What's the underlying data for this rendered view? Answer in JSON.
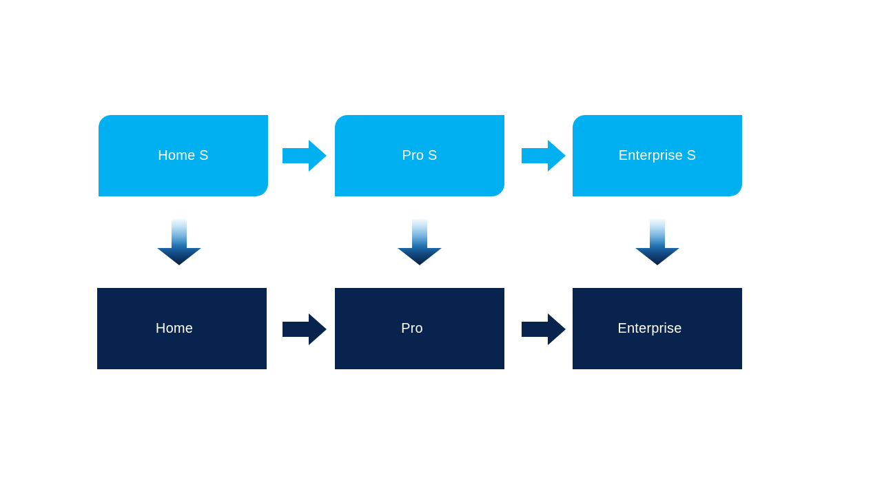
{
  "diagram": {
    "type": "flow",
    "description": "Two-tier product edition flow diagram",
    "columns": [
      {
        "top_label": "Home S",
        "bottom_label": "Home"
      },
      {
        "top_label": "Pro S",
        "bottom_label": "Pro"
      },
      {
        "top_label": "Enterprise S",
        "bottom_label": "Enterprise"
      }
    ],
    "connectors": {
      "horizontal_top": "right-arrow",
      "horizontal_bottom": "right-arrow",
      "vertical": "down-arrow"
    },
    "colors": {
      "top_box_fill": "#00B0F0",
      "bottom_box_fill": "#07234E",
      "label_text": "#FFFFFF",
      "top_arrow_fill": "#00B0F0",
      "bottom_arrow_fill": "#07234E",
      "down_arrow_gradient_start": "#F2FAFE",
      "down_arrow_gradient_end": "#081F44",
      "background": "#FFFFFF"
    }
  }
}
